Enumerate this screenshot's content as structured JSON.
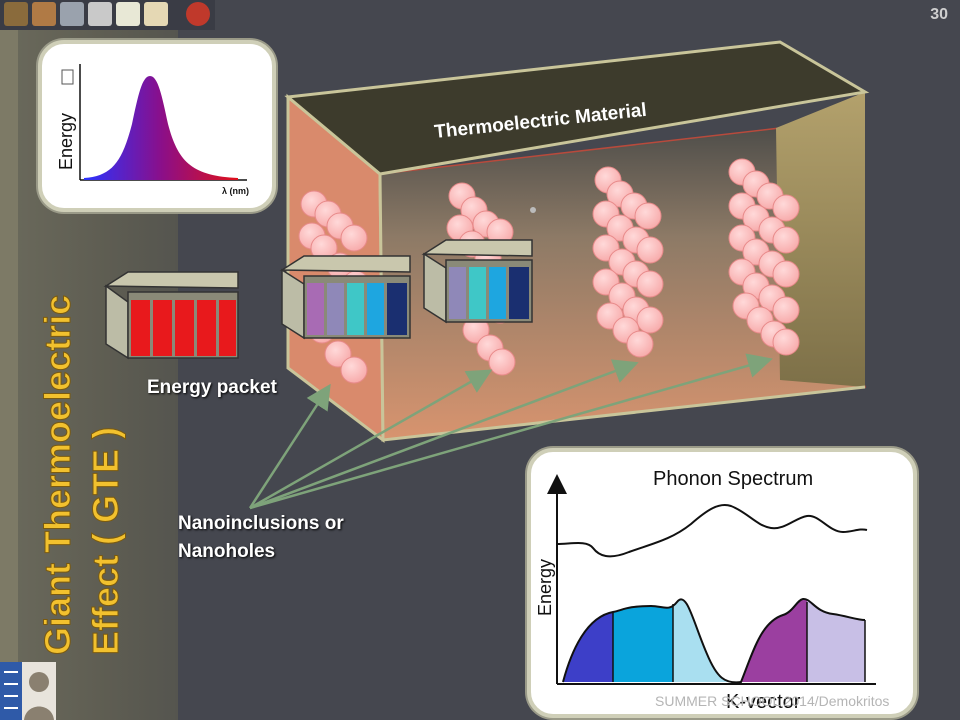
{
  "slide_number": "30",
  "vertical_title": {
    "line1": "Giant Thermoelectric",
    "line2": "Effect ( GTE )"
  },
  "material_label": "Thermoelectric Material",
  "energy_packet_label": "Energy packet",
  "nanoinclusions_label": {
    "line1": "Nanoinclusions or",
    "line2": "Nanoholes"
  },
  "spectrum_inset": {
    "y_label": "Energy",
    "x_label": "λ (nm)"
  },
  "phonon_inset": {
    "title": "Phonon Spectrum",
    "y_label": "Energy",
    "x_label": "K-vector"
  },
  "footer": "SUMMER SCHOOL 2014/Demokritos",
  "colors": {
    "accent_title": "#f2c12e",
    "packet_red": "#e8191c",
    "background": "#45474f"
  }
}
